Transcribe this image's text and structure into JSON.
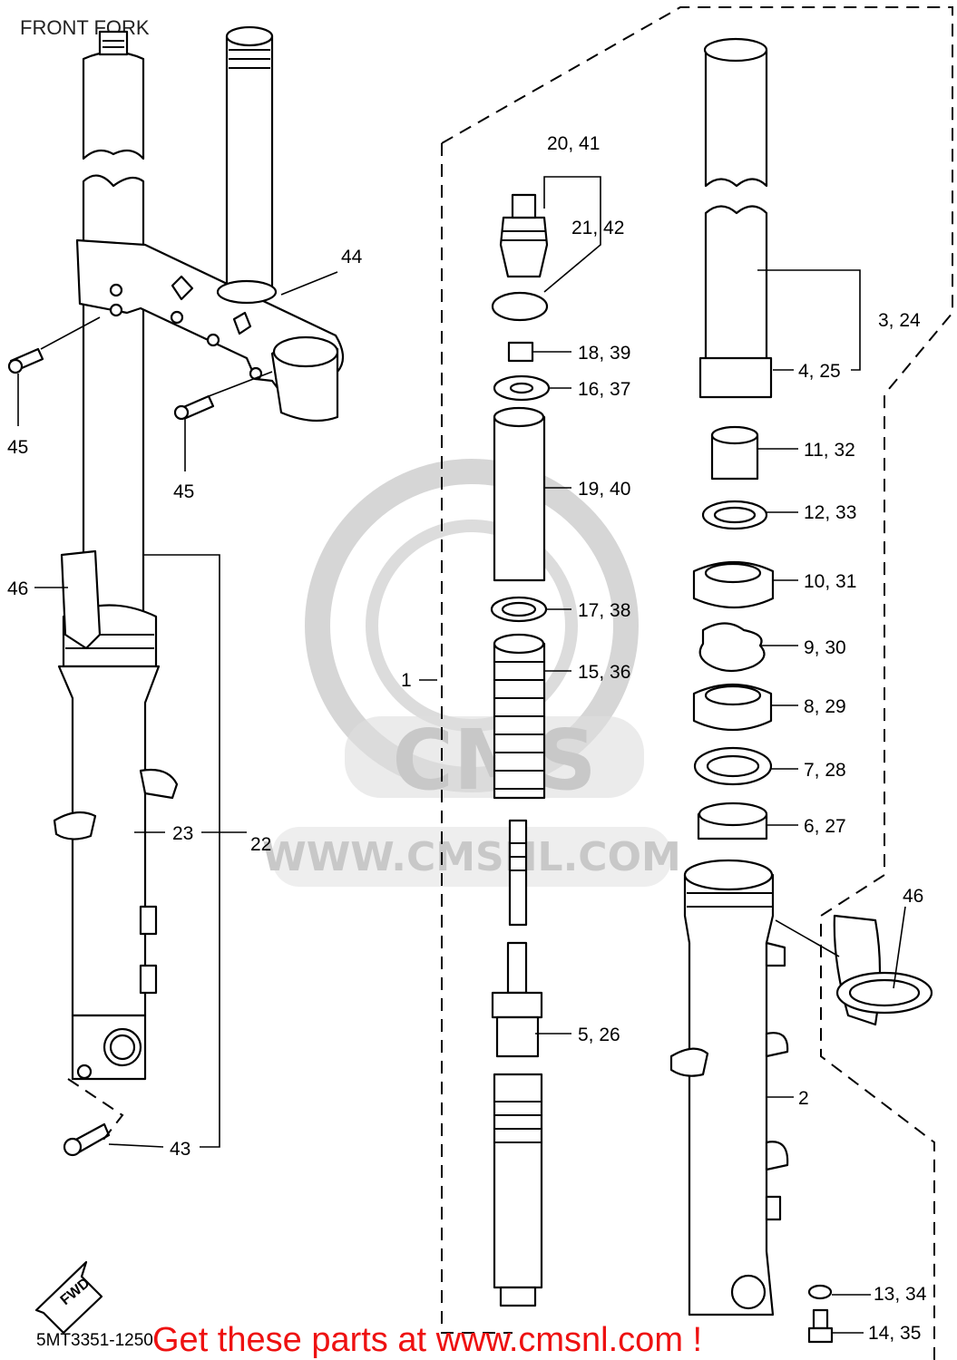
{
  "title": "FRONT FORK",
  "diagram_code": "5MT3351-1250",
  "banner": "Get these parts at www.cmsnl.com !",
  "watermark": {
    "brand": "CMS",
    "url": "WWW.CMSNL.COM"
  },
  "direction_marker": "FWD",
  "callouts": {
    "c1": "1",
    "c2": "2",
    "c3_24": "3, 24",
    "c4_25": "4, 25",
    "c5_26": "5, 26",
    "c6_27": "6, 27",
    "c7_28": "7, 28",
    "c8_29": "8, 29",
    "c9_30": "9, 30",
    "c10_31": "10, 31",
    "c11_32": "11, 32",
    "c12_33": "12, 33",
    "c13_34": "13, 34",
    "c14_35": "14, 35",
    "c15_36": "15, 36",
    "c16_37": "16, 37",
    "c17_38": "17, 38",
    "c18_39": "18, 39",
    "c19_40": "19, 40",
    "c20_41": "20, 41",
    "c21_42": "21, 42",
    "c22": "22",
    "c23": "23",
    "c43": "43",
    "c44": "44",
    "c45a": "45",
    "c45b": "45",
    "c46a": "46",
    "c46b": "46"
  },
  "colors": {
    "banner": "#ee1111",
    "watermark": "#c8c8c8",
    "lines": "#000000"
  }
}
